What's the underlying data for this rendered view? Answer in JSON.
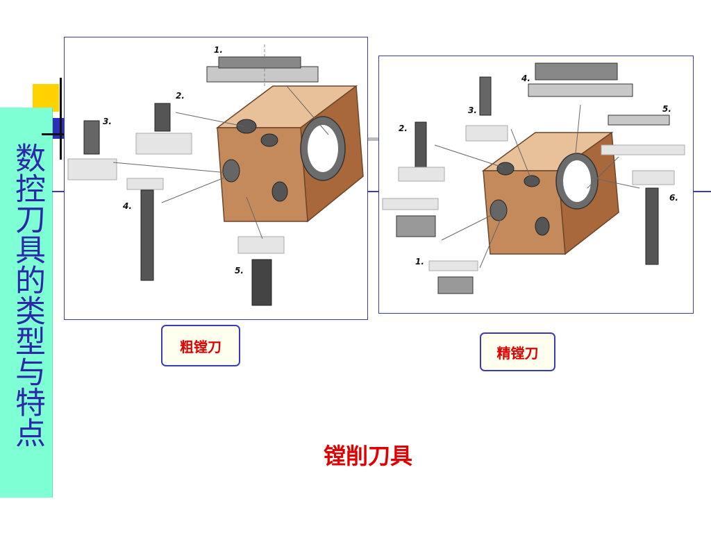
{
  "slide": {
    "side_title": "数控刀具的类型与特点",
    "bottom_title": "镗削刀具"
  },
  "panels": {
    "rough": {
      "caption": "粗镗刀",
      "labels": [
        "1.",
        "2.",
        "3.",
        "4.",
        "5."
      ]
    },
    "fine": {
      "caption": "精镗刀",
      "labels": [
        "1.",
        "2.",
        "3.",
        "4.",
        "5.",
        "6."
      ]
    }
  },
  "colors": {
    "title_bar": "#7fffd4",
    "title_text": "#2a2aa8",
    "caption_text": "#e00000",
    "border": "#3a3ac0",
    "workpiece": "#c58a5c"
  }
}
